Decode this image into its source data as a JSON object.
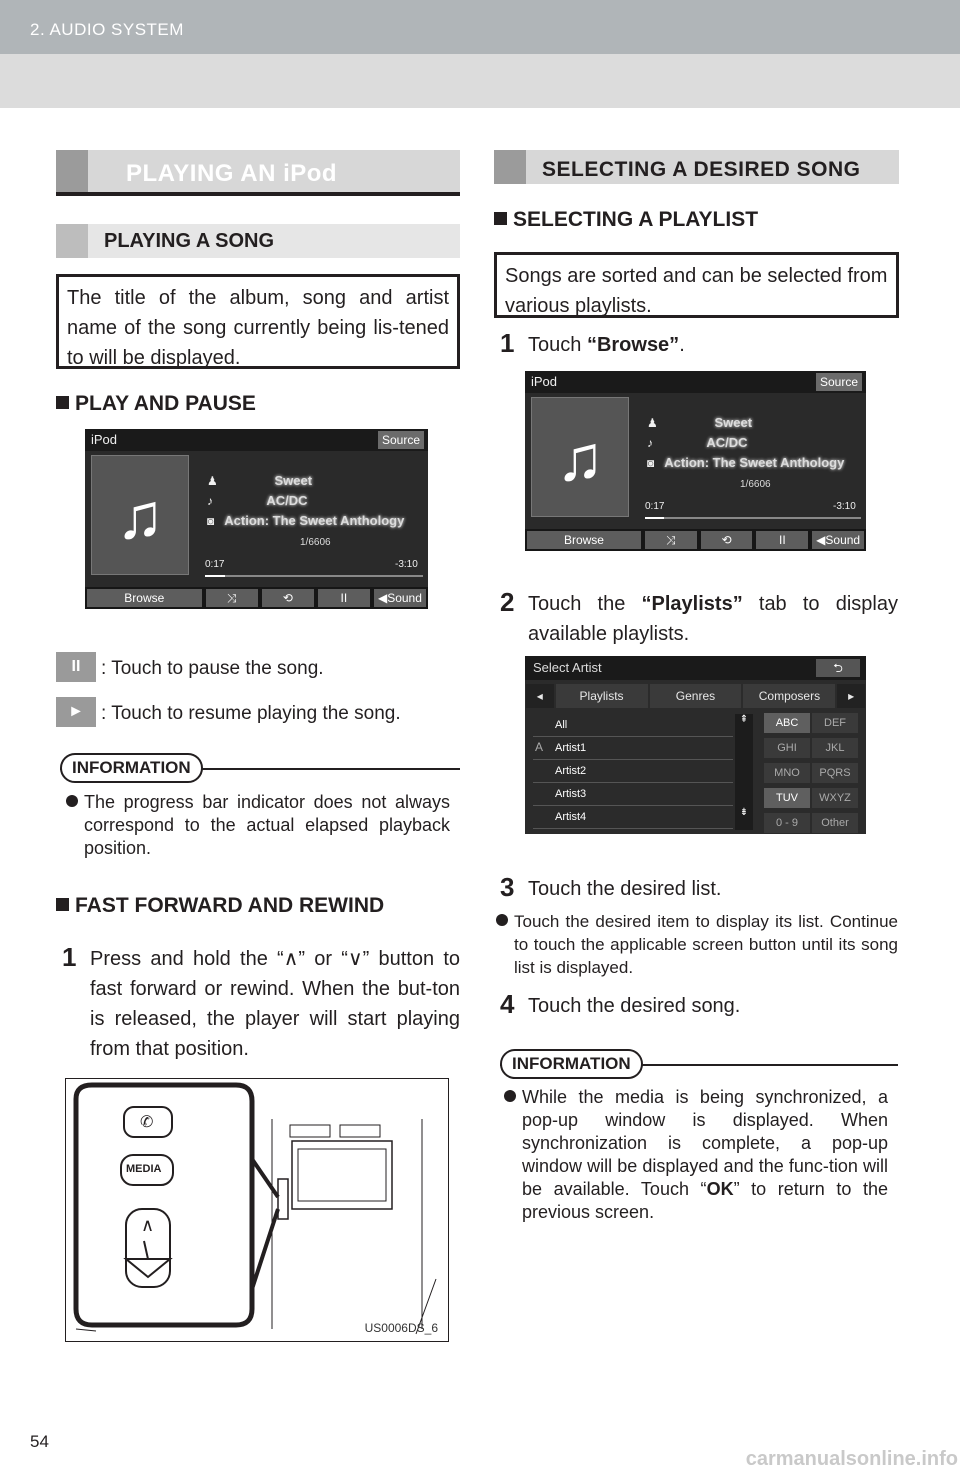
{
  "header": {
    "section": "2. AUDIO SYSTEM"
  },
  "left": {
    "section_title": "PLAYING AN iPod",
    "subsection_title": "PLAYING A SONG",
    "intro": "The title of the album, song and artist name of the song currently being lis-tened to will be displayed.",
    "play_pause_heading": "PLAY AND PAUSE",
    "screen": {
      "title": "iPod",
      "source_btn": "Source",
      "artist": "Sweet",
      "song": "AC/DC",
      "album": "Action: The Sweet Anthology",
      "track": "1/6606",
      "elapsed": "0:17",
      "remaining": "-3:10",
      "progress_fraction": 0.09,
      "btn_browse": "Browse",
      "btn_shuffle": "⤨",
      "btn_repeat": "⟲",
      "btn_pause": "II",
      "btn_sound": "◀Sound"
    },
    "pause_icon": "II",
    "pause_desc": ": Touch to pause the song.",
    "play_icon": "►",
    "play_desc": ": Touch to resume playing the song.",
    "info_label": "INFORMATION",
    "info_text": "The progress bar indicator does not always correspond to the actual elapsed playback position.",
    "ff_heading": "FAST FORWARD AND REWIND",
    "step1_num": "1",
    "step1_text": "Press and hold the “∧” or “∨” button to fast forward or rewind. When the but-ton is released, the player will start playing from that position.",
    "figure": {
      "media_label": "MEDIA",
      "phone_icon": "✆",
      "up": "∧",
      "down": "∨",
      "caption": "US0006DS_6"
    }
  },
  "right": {
    "section_title": "SELECTING A DESIRED SONG",
    "playlist_heading": "SELECTING A PLAYLIST",
    "intro": "Songs are sorted and can be selected from various playlists.",
    "step1_num": "1",
    "step1_pre": "Touch ",
    "step1_bold": "“Browse”",
    "step1_post": ".",
    "step2_num": "2",
    "step2_pre": "Touch the ",
    "step2_bold": "“Playlists”",
    "step2_post": " tab to display available playlists.",
    "select_screen": {
      "title": "Select Artist",
      "back": "⮌",
      "tab_left": "◂",
      "tab1": "Playlists",
      "tab2": "Genres",
      "tab3": "Composers",
      "tab_right": "▸",
      "letter": "A",
      "items": [
        "All",
        "Artist1",
        "Artist2",
        "Artist3",
        "Artist4"
      ],
      "keys": [
        "ABC",
        "DEF",
        "GHI",
        "JKL",
        "MNO",
        "PQRS",
        "TUV",
        "WXYZ",
        "0 - 9",
        "Other"
      ],
      "scroll_up": "⇞",
      "scroll_down": "⇟"
    },
    "step3_num": "3",
    "step3_text": "Touch the desired list.",
    "step3_bullet": "Touch the desired item to display its list. Continue to touch the applicable screen button until its song list is displayed.",
    "step4_num": "4",
    "step4_text": "Touch the desired song.",
    "info_label": "INFORMATION",
    "info_pre": "While the media is being synchronized, a pop-up window is displayed. When synchronization is complete, a pop-up window will be displayed and the func-tion will be available. Touch “",
    "info_bold": "OK",
    "info_post": "” to return to the previous screen."
  },
  "footer": {
    "page": "54",
    "watermark": "carmanualsonline.info"
  }
}
